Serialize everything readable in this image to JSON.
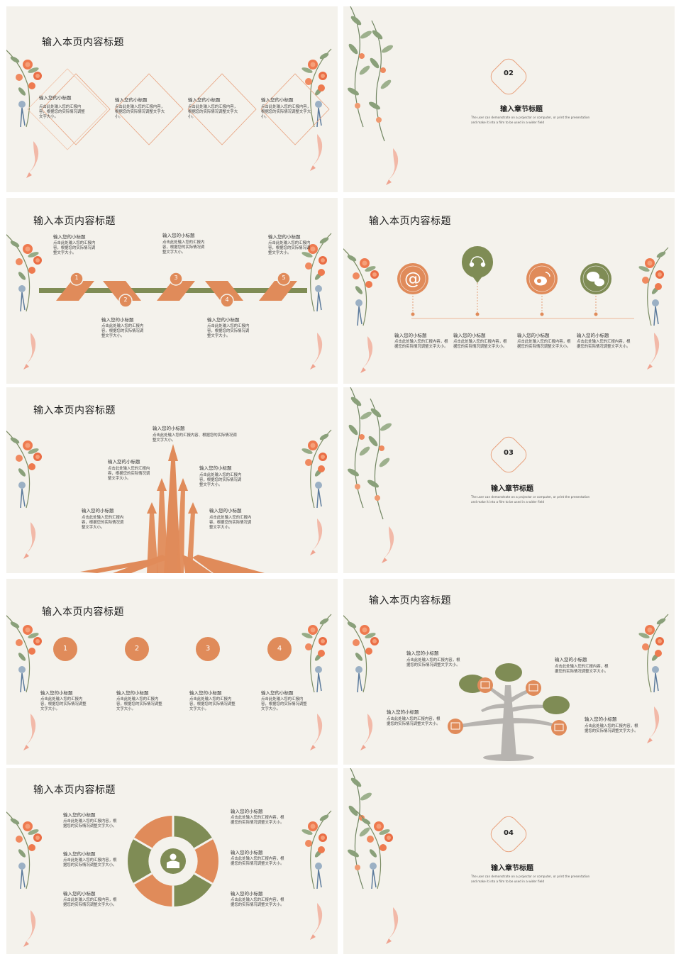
{
  "colors": {
    "orange": "#e08b5a",
    "olive": "#7f8c55",
    "bg": "#f4f2ec",
    "flower": "#ee7a4f"
  },
  "slide1": {
    "title": "输入本页内容标题",
    "items": [
      {
        "sub": "输入您的小标题",
        "desc": "点击此处输入您的汇报内容，根据您的实际情况调整文字大小。"
      },
      {
        "sub": "输入您的小标题",
        "desc": "点击此处输入您的汇报内容，根据您的实际情况调整文字大小。"
      },
      {
        "sub": "输入您的小标题",
        "desc": "点击此处输入您的汇报内容，根据您的实际情况调整文字大小。"
      },
      {
        "sub": "输入您的小标题",
        "desc": "点击此处输入您的汇报内容，根据您的实际情况调整文字大小。"
      }
    ]
  },
  "slide2": {
    "number": "02",
    "title": "输入章节标题",
    "subtitle": "The user can demonstrate on a projector or computer, or print the presentation and make it into a film to be used in a wider field"
  },
  "slide3": {
    "title": "输入本页内容标题",
    "steps": [
      "1",
      "2",
      "3",
      "4",
      "5"
    ],
    "items": [
      {
        "sub": "输入您的小标题",
        "desc": "点击此处输入您的汇报内容，根据您的实际情况调整文字大小。"
      },
      {
        "sub": "输入您的小标题",
        "desc": "点击此处输入您的汇报内容，根据您的实际情况调整文字大小。"
      },
      {
        "sub": "输入您的小标题",
        "desc": "点击此处输入您的汇报内容，根据您的实际情况调整文字大小。"
      },
      {
        "sub": "输入您的小标题",
        "desc": "点击此处输入您的汇报内容，根据您的实际情况调整文字大小。"
      },
      {
        "sub": "输入您的小标题",
        "desc": "点击此处输入您的汇报内容，根据您的实际情况调整文字大小。"
      }
    ]
  },
  "slide4": {
    "title": "输入本页内容标题",
    "icons": [
      "@",
      "",
      "",
      ""
    ],
    "items": [
      {
        "sub": "输入您的小标题",
        "desc": "点击此处输入您的汇报内容，根据您的实际情况调整文字大小。"
      },
      {
        "sub": "输入您的小标题",
        "desc": "点击此处输入您的汇报内容，根据您的实际情况调整文字大小。"
      },
      {
        "sub": "输入您的小标题",
        "desc": "点击此处输入您的汇报内容，根据您的实际情况调整文字大小。"
      },
      {
        "sub": "输入您的小标题",
        "desc": "点击此处输入您的汇报内容，根据您的实际情况调整文字大小。"
      }
    ]
  },
  "slide5": {
    "title": "输入本页内容标题",
    "items": [
      {
        "sub": "输入您的小标题",
        "desc": "点击此处输入您的汇报内容、根据您的实际情况调整文字大小。"
      },
      {
        "sub": "输入您的小标题",
        "desc": "点击此处输入您的汇报内容，根据您的实际情况调整文字大小。"
      },
      {
        "sub": "输入您的小标题",
        "desc": "点击此处输入您的汇报内容，根据您的实际情况调整文字大小。"
      },
      {
        "sub": "输入您的小标题",
        "desc": "点击此处输入您的汇报内容，根据您的实际情况调整文字大小。"
      },
      {
        "sub": "输入您的小标题",
        "desc": "点击此处输入您的汇报内容，根据您的实际情况调整文字大小。"
      }
    ]
  },
  "slide6": {
    "number": "03",
    "title": "输入章节标题",
    "subtitle": "The user can demonstrate on a projector or computer, or print the presentation and make it into a film to be used in a wider field"
  },
  "slide7": {
    "title": "输入本页内容标题",
    "numbers": [
      "1",
      "2",
      "3",
      "4"
    ],
    "items": [
      {
        "sub": "输入您的小标题",
        "desc": "点击此处输入您的汇报内容，根据您的实际情况调整文字大小。"
      },
      {
        "sub": "输入您的小标题",
        "desc": "点击此处输入您的汇报内容，根据您的实际情况调整文字大小。"
      },
      {
        "sub": "输入您的小标题",
        "desc": "点击此处输入您的汇报内容，根据您的实际情况调整文字大小。"
      },
      {
        "sub": "输入您的小标题",
        "desc": "点击此处输入您的汇报内容，根据您的实际情况调整文字大小。"
      }
    ]
  },
  "slide8": {
    "title": "输入本页内容标题",
    "items": [
      {
        "sub": "输入您的小标题",
        "desc": "点击此处输入您的汇报内容，根据您的实际情况调整文字大小。"
      },
      {
        "sub": "输入您的小标题",
        "desc": "点击此处输入您的汇报内容，根据您的实际情况调整文字大小。"
      },
      {
        "sub": "输入您的小标题",
        "desc": "点击此处输入您的汇报内容，根据您的实际情况调整文字大小。"
      },
      {
        "sub": "输入您的小标题",
        "desc": "点击此处输入您的汇报内容，根据您的实际情况调整文字大小。"
      }
    ]
  },
  "slide9": {
    "title": "输入本页内容标题",
    "items": [
      {
        "sub": "输入您的小标题",
        "desc": "点击此处输入您的汇报内容，根据您的实际情况调整文字大小。"
      },
      {
        "sub": "输入您的小标题",
        "desc": "点击此处输入您的汇报内容，根据您的实际情况调整文字大小。"
      },
      {
        "sub": "输入您的小标题",
        "desc": "点击此处输入您的汇报内容，根据您的实际情况调整文字大小。"
      },
      {
        "sub": "输入您的小标题",
        "desc": "点击此处输入您的汇报内容，根据您的实际情况调整文字大小。"
      },
      {
        "sub": "输入您的小标题",
        "desc": "点击此处输入您的汇报内容，根据您的实际情况调整文字大小。"
      },
      {
        "sub": "输入您的小标题",
        "desc": "点击此处输入您的汇报内容，根据您的实际情况调整文字大小。"
      }
    ]
  },
  "slide10": {
    "number": "04",
    "title": "输入章节标题",
    "subtitle": "The user can demonstrate on a projector or computer, or print the presentation and make it into a film to be used in a wider field"
  }
}
